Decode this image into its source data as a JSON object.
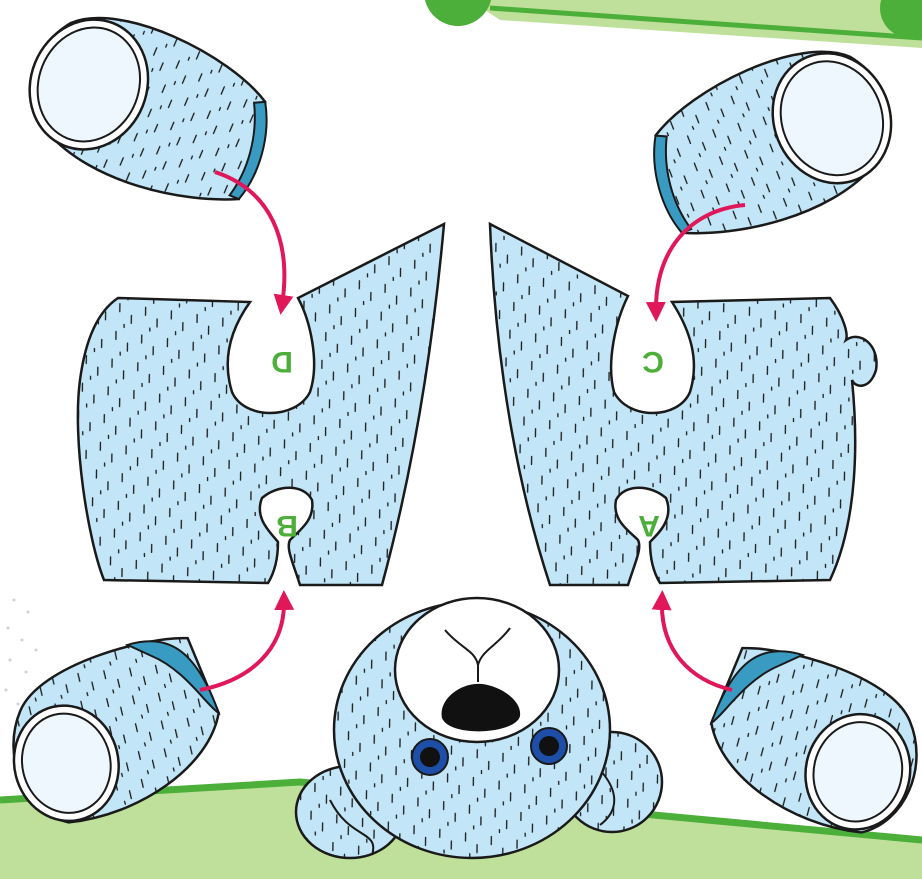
{
  "puzzle": {
    "slots": [
      {
        "id": "slot-a",
        "letter": "A"
      },
      {
        "id": "slot-b",
        "letter": "B"
      },
      {
        "id": "slot-c",
        "letter": "C"
      },
      {
        "id": "slot-d",
        "letter": "D"
      }
    ]
  },
  "colors": {
    "piece_fill": "#c2e6f8",
    "piece_outline": "#1a1a1a",
    "cuff_blue": "#3a9bc2",
    "arrow": "#e0185a",
    "letter_green": "#4caf3a",
    "ground_green": "#bfe09a",
    "ground_stripe": "#4caf3a",
    "eye_blue": "#1e4fa8",
    "nose": "#111111"
  },
  "icons": [
    "arm-piece",
    "leg-piece",
    "bear-head",
    "arrow",
    "slot"
  ]
}
